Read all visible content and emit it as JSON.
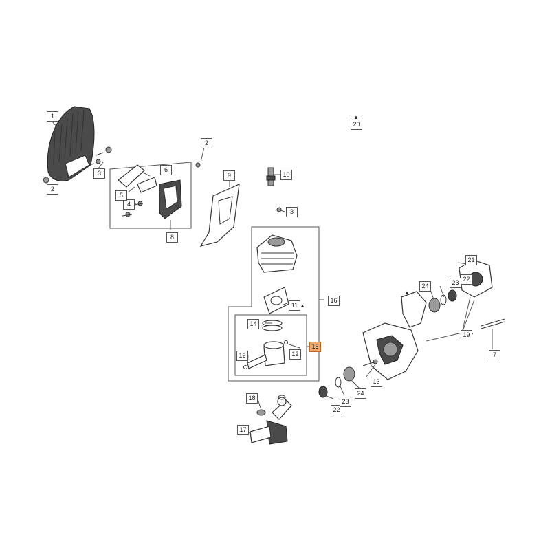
{
  "callouts": {
    "c1": "1",
    "c2a": "2",
    "c2b": "2",
    "c3a": "3",
    "c3b": "3",
    "c4": "4",
    "c5": "5",
    "c6": "6",
    "c7": "7",
    "c8": "8",
    "c9": "9",
    "c10": "10",
    "c11": "11",
    "c12a": "12",
    "c12b": "12",
    "c13": "13",
    "c14": "14",
    "c15": "15",
    "c16": "16",
    "c17": "17",
    "c18": "18",
    "c19": "19",
    "c20": "20",
    "c21": "21",
    "c22a": "22",
    "c22b": "22",
    "c23a": "23",
    "c23b": "23",
    "c24a": "24",
    "c24b": "24"
  },
  "markers": {
    "triangle": "▲"
  },
  "colors": {
    "highlight": "#f5a86a",
    "line": "#555555"
  }
}
